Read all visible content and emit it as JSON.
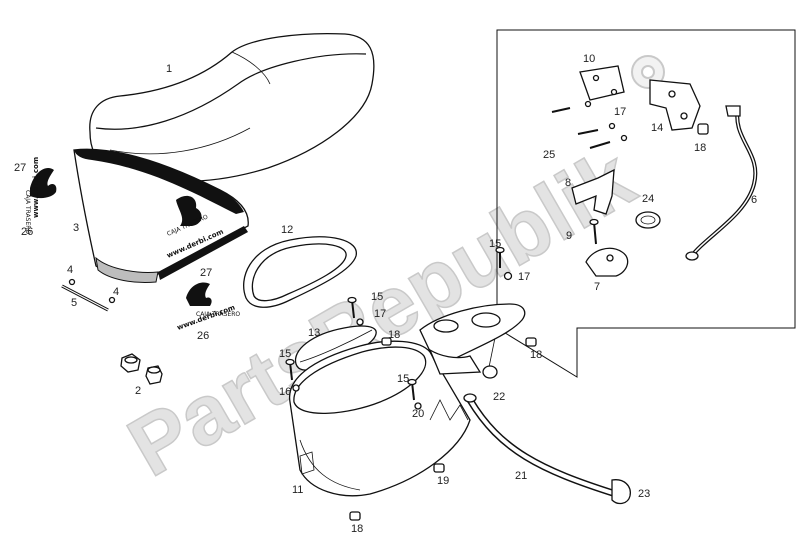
{
  "watermark": {
    "text": "PartsRepublik"
  },
  "callouts": {
    "c1": "1",
    "c2": "2",
    "c3": "3",
    "c4a": "4",
    "c4b": "4",
    "c5": "5",
    "c6": "6",
    "c7": "7",
    "c8": "8",
    "c9": "9",
    "c10": "10",
    "c11": "11",
    "c12": "12",
    "c13": "13",
    "c14": "14",
    "c15a": "15",
    "c15b": "15",
    "c15c": "15",
    "c15d": "15",
    "c16": "16",
    "c17a": "17",
    "c17b": "17",
    "c17c": "17",
    "c18a": "18",
    "c18b": "18",
    "c18c": "18",
    "c18d": "18",
    "c19": "19",
    "c20": "20",
    "c21": "21",
    "c22": "22",
    "c23": "23",
    "c24": "24",
    "c25": "25",
    "c26a": "26",
    "c26b": "26",
    "c27a": "27",
    "c27b": "27"
  },
  "decals": {
    "brand_small": "CAJA TRASERO",
    "url": "www.derbi.com"
  }
}
